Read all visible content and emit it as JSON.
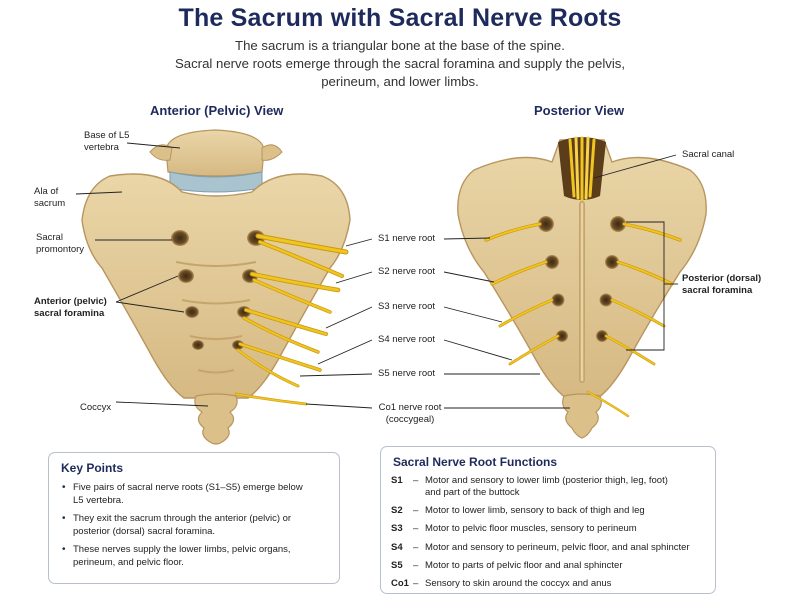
{
  "title": "The Sacrum with Sacral Nerve Roots",
  "subtitle": [
    "The sacrum is a triangular bone at the base of the spine.",
    "Sacral nerve roots emerge through the sacral foramina and supply the pelvis,",
    "perineum, and lower limbs."
  ],
  "anterior": {
    "heading": "Anterior (Pelvic) View",
    "labels": {
      "l5": [
        "Base of L5",
        "vertebra"
      ],
      "ala": [
        "Ala of",
        "sacrum"
      ],
      "promontory": [
        "Sacral",
        "promontory"
      ],
      "foramina": [
        "Anterior (pelvic)",
        "sacral foramina"
      ],
      "coccyx": "Coccyx"
    }
  },
  "nerves": {
    "s1": "S1 nerve root",
    "s2": "S2 nerve root",
    "s3": "S3 nerve root",
    "s4": "S4 nerve root",
    "s5": "S5 nerve root",
    "co1": [
      "Co1 nerve root",
      "(coccygeal)"
    ]
  },
  "posterior": {
    "heading": "Posterior View",
    "labels": {
      "canal": "Sacral canal",
      "foramina": [
        "Posterior (dorsal)",
        "sacral foramina"
      ]
    }
  },
  "key_points": {
    "title": "Key Points",
    "items": [
      [
        "Five pairs of sacral nerve roots (S1–S5) emerge below",
        "L5 vertebra."
      ],
      [
        "They exit the sacrum through the anterior (pelvic) or",
        "posterior (dorsal) sacral foramina."
      ],
      [
        "These nerves supply the lower limbs, pelvic organs,",
        "perineum, and pelvic floor."
      ]
    ]
  },
  "functions": {
    "title": "Sacral Nerve Root Functions",
    "rows": [
      {
        "code": "S1",
        "dash": "–",
        "desc": [
          "Motor and sensory to lower limb (posterior thigh, leg, foot)",
          "and part of the buttock"
        ]
      },
      {
        "code": "S2",
        "dash": "–",
        "desc": [
          "Motor to lower limb, sensory to back of thigh and leg"
        ]
      },
      {
        "code": "S3",
        "dash": "–",
        "desc": [
          "Motor to pelvic floor muscles, sensory to perineum"
        ]
      },
      {
        "code": "S4",
        "dash": "–",
        "desc": [
          "Motor and sensory to perineum, pelvic floor, and anal sphincter"
        ]
      },
      {
        "code": "S5",
        "dash": "–",
        "desc": [
          "Motor to parts of pelvic floor and anal sphincter"
        ]
      },
      {
        "code": "Co1",
        "dash": "–",
        "desc": [
          "Sensory to skin around the coccyx and anus"
        ]
      }
    ]
  },
  "colors": {
    "bone": "#e2c995",
    "bone_dark": "#b8955e",
    "nerve": "#f2c41e",
    "nerve_dark": "#c99a10",
    "disc": "#a9c3cf",
    "heading": "#1f2a5c"
  }
}
